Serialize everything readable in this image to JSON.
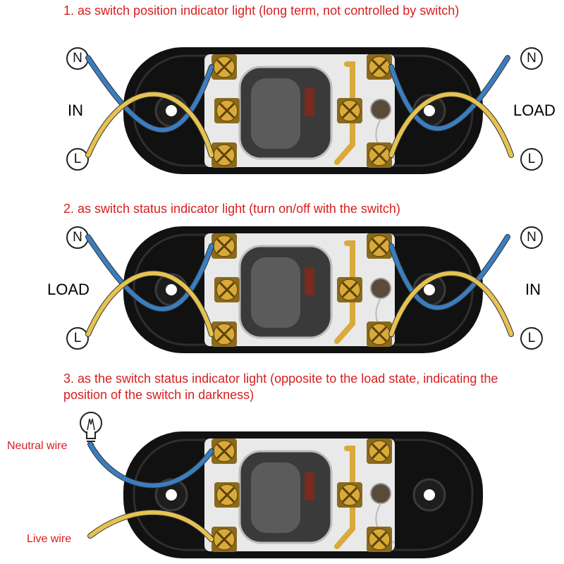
{
  "colors": {
    "caption": "#d81e1e",
    "neutral_wire": "#3a7ec0",
    "live_wire": "#e6c250",
    "body": "#111111",
    "brass": "#d9a93a"
  },
  "diagrams": [
    {
      "caption": "1. as switch position indicator light (long term, not controlled by switch)",
      "left_label": "IN",
      "right_label": "LOAD",
      "terminal_n": "N",
      "terminal_l": "L"
    },
    {
      "caption": "2. as switch status indicator light (turn on/off with the switch)",
      "left_label": "LOAD",
      "right_label": "IN",
      "terminal_n": "N",
      "terminal_l": "L"
    },
    {
      "caption_line1": "3. as the switch status indicator light (opposite to the load state, indicating the",
      "caption_line2": "position of the switch in darkness)",
      "neutral_label": "Neutral wire",
      "live_label": "Live wire",
      "bulb_icon": "light-bulb-icon"
    }
  ]
}
